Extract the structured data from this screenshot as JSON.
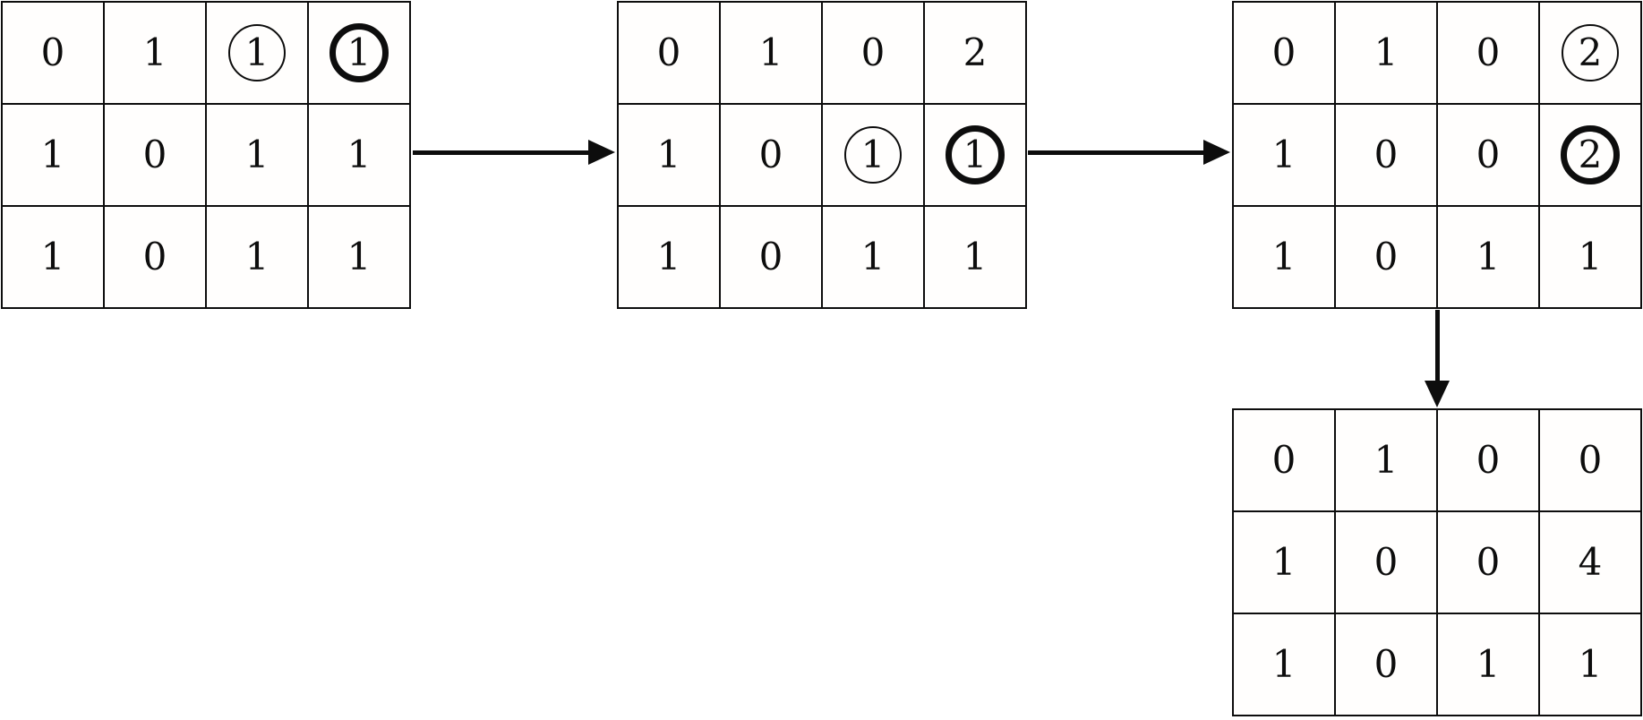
{
  "figure": {
    "background_color": "#ffffff",
    "line_color": "#0d0d0d",
    "grid_rows": 3,
    "grid_cols": 4
  },
  "grids": [
    {
      "name": "step-1-matrix",
      "cells": [
        {
          "value": "0"
        },
        {
          "value": "1"
        },
        {
          "value": "1",
          "circle": "thin"
        },
        {
          "value": "1",
          "circle": "bold"
        },
        {
          "value": "1"
        },
        {
          "value": "0"
        },
        {
          "value": "1"
        },
        {
          "value": "1"
        },
        {
          "value": "1"
        },
        {
          "value": "0"
        },
        {
          "value": "1"
        },
        {
          "value": "1"
        }
      ]
    },
    {
      "name": "step-2-matrix",
      "cells": [
        {
          "value": "0"
        },
        {
          "value": "1"
        },
        {
          "value": "0"
        },
        {
          "value": "2"
        },
        {
          "value": "1"
        },
        {
          "value": "0"
        },
        {
          "value": "1",
          "circle": "thin"
        },
        {
          "value": "1",
          "circle": "bold"
        },
        {
          "value": "1"
        },
        {
          "value": "0"
        },
        {
          "value": "1"
        },
        {
          "value": "1"
        }
      ]
    },
    {
      "name": "step-3-matrix",
      "cells": [
        {
          "value": "0"
        },
        {
          "value": "1"
        },
        {
          "value": "0"
        },
        {
          "value": "2",
          "circle": "thin"
        },
        {
          "value": "1"
        },
        {
          "value": "0"
        },
        {
          "value": "0"
        },
        {
          "value": "2",
          "circle": "bold"
        },
        {
          "value": "1"
        },
        {
          "value": "0"
        },
        {
          "value": "1"
        },
        {
          "value": "1"
        }
      ]
    },
    {
      "name": "step-4-matrix",
      "cells": [
        {
          "value": "0"
        },
        {
          "value": "1"
        },
        {
          "value": "0"
        },
        {
          "value": "0"
        },
        {
          "value": "1"
        },
        {
          "value": "0"
        },
        {
          "value": "0"
        },
        {
          "value": "4"
        },
        {
          "value": "1"
        },
        {
          "value": "0"
        },
        {
          "value": "1"
        },
        {
          "value": "1"
        }
      ]
    }
  ],
  "arrows": [
    {
      "name": "arrow-step1-to-step2",
      "direction": "right"
    },
    {
      "name": "arrow-step2-to-step3",
      "direction": "right"
    },
    {
      "name": "arrow-step3-to-step4",
      "direction": "down"
    }
  ]
}
